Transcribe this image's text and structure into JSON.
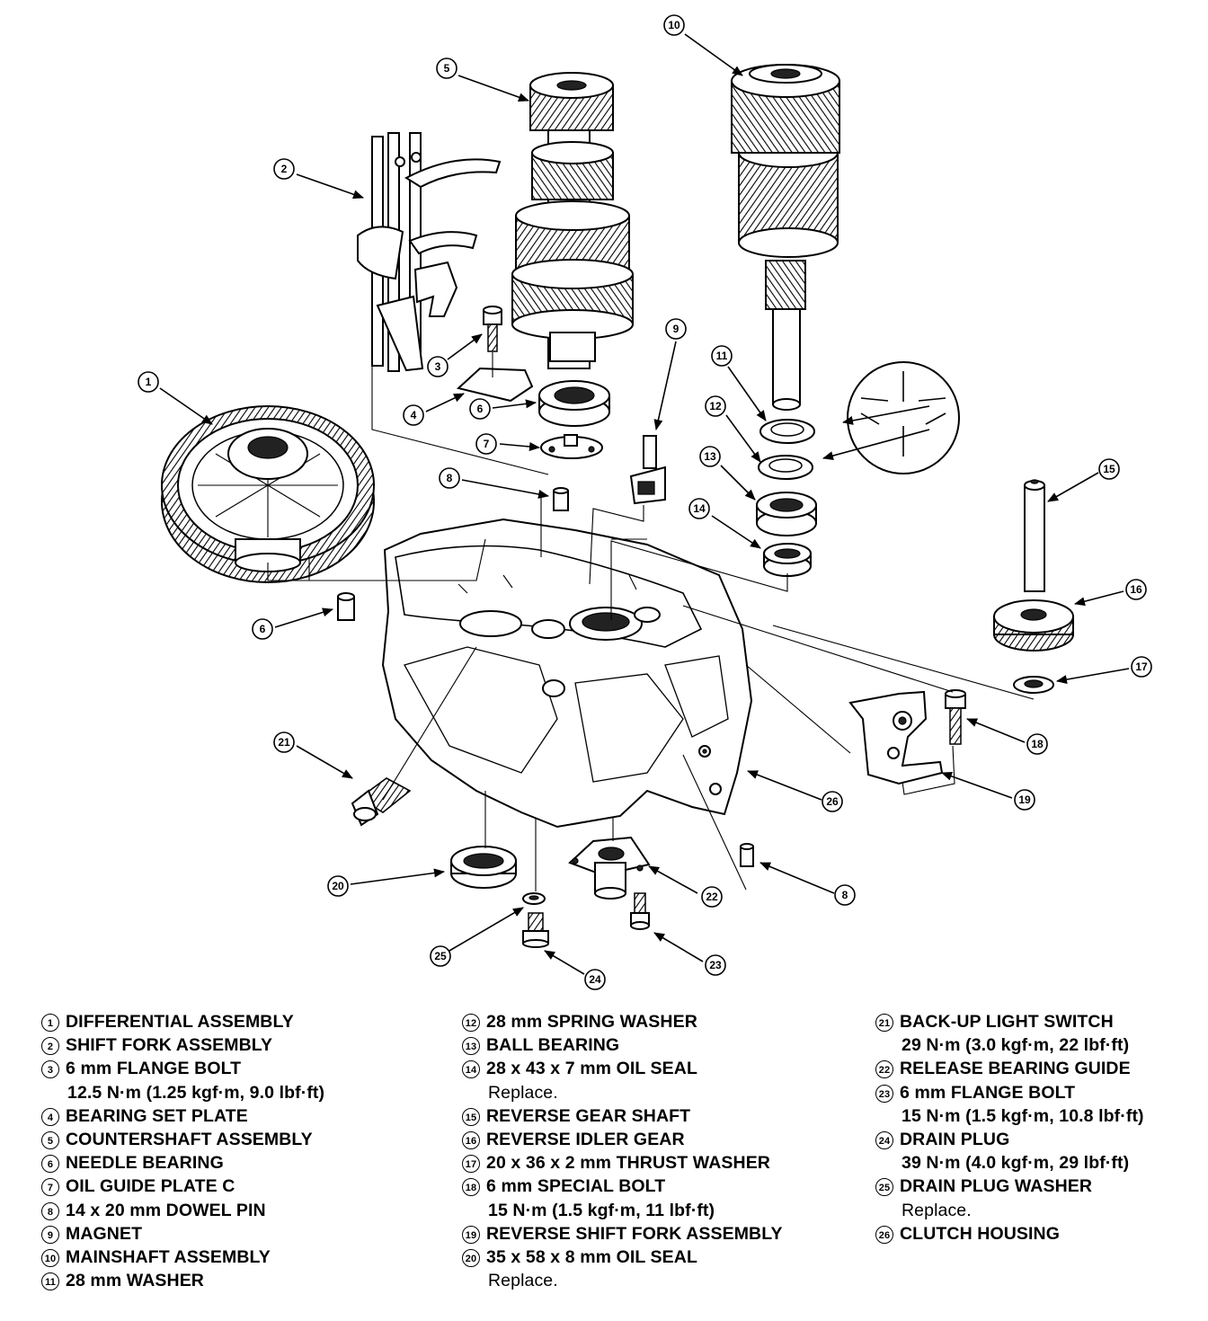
{
  "callouts": [
    "1",
    "2",
    "3",
    "4",
    "5",
    "6",
    "7",
    "8",
    "9",
    "10",
    "11",
    "12",
    "13",
    "14",
    "15",
    "16",
    "17",
    "18",
    "19",
    "20",
    "21",
    "22",
    "23",
    "24",
    "25",
    "26",
    "8",
    "6"
  ],
  "legend": {
    "col1": [
      {
        "num": "1",
        "name": "DIFFERENTIAL ASSEMBLY"
      },
      {
        "num": "2",
        "name": "SHIFT FORK ASSEMBLY"
      },
      {
        "num": "3",
        "name": "6 mm FLANGE BOLT",
        "note": "12.5 N·m (1.25 kgf·m, 9.0 lbf·ft)"
      },
      {
        "num": "4",
        "name": "BEARING SET PLATE"
      },
      {
        "num": "5",
        "name": "COUNTERSHAFT ASSEMBLY"
      },
      {
        "num": "6",
        "name": "NEEDLE BEARING"
      },
      {
        "num": "7",
        "name": "OIL GUIDE PLATE C"
      },
      {
        "num": "8",
        "name": "14 x 20 mm DOWEL PIN"
      },
      {
        "num": "9",
        "name": "MAGNET"
      },
      {
        "num": "10",
        "name": "MAINSHAFT ASSEMBLY"
      },
      {
        "num": "11",
        "name": "28 mm WASHER"
      }
    ],
    "col2": [
      {
        "num": "12",
        "name": "28 mm SPRING WASHER"
      },
      {
        "num": "13",
        "name": "BALL BEARING"
      },
      {
        "num": "14",
        "name": "28 x 43 x 7 mm OIL SEAL",
        "note": "Replace."
      },
      {
        "num": "15",
        "name": "REVERSE GEAR SHAFT"
      },
      {
        "num": "16",
        "name": "REVERSE IDLER GEAR"
      },
      {
        "num": "17",
        "name": "20 x 36 x 2 mm THRUST WASHER"
      },
      {
        "num": "18",
        "name": "6 mm SPECIAL BOLT",
        "note": "15 N·m (1.5 kgf·m, 11 lbf·ft)"
      },
      {
        "num": "19",
        "name": "REVERSE SHIFT FORK ASSEMBLY"
      },
      {
        "num": "20",
        "name": "35 x 58 x 8 mm OIL SEAL",
        "note": "Replace."
      }
    ],
    "col3": [
      {
        "num": "21",
        "name": "BACK-UP LIGHT SWITCH",
        "note": "29 N·m (3.0 kgf·m, 22 lbf·ft)"
      },
      {
        "num": "22",
        "name": "RELEASE BEARING GUIDE"
      },
      {
        "num": "23",
        "name": "6 mm FLANGE BOLT",
        "note": "15 N·m (1.5 kgf·m, 10.8 lbf·ft)"
      },
      {
        "num": "24",
        "name": "DRAIN PLUG",
        "note": "39 N·m (4.0 kgf·m, 29 lbf·ft)"
      },
      {
        "num": "25",
        "name": "DRAIN PLUG WASHER",
        "note": "Replace."
      },
      {
        "num": "26",
        "name": "CLUTCH HOUSING"
      }
    ]
  }
}
